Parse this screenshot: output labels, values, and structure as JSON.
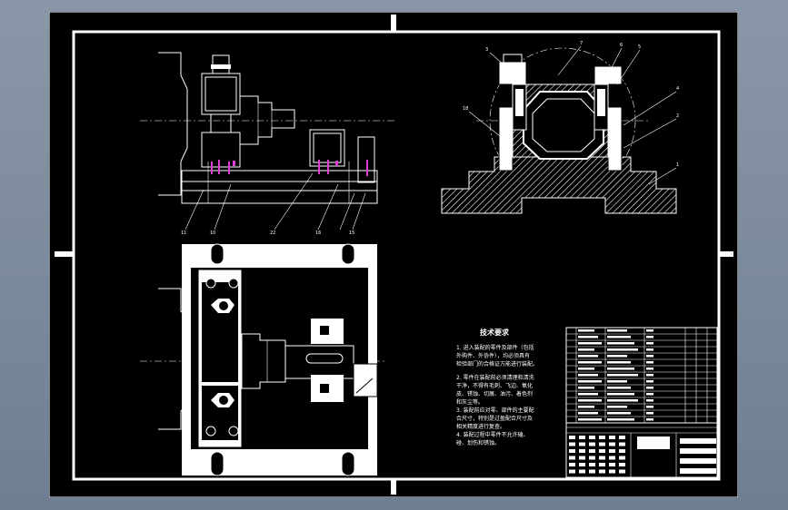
{
  "drawing": {
    "tech_requirements": {
      "title": "技术要求",
      "lines": [
        "1. 进入装配的零件及部件（包括",
        "外购件、外协件），均必须具有",
        "检验部门的合格证方能进行装配。",
        "2. 零件在装配前必须清理和清洗",
        "干净，不得有毛刺、飞边、氧化",
        "皮、锈蚀、切屑、油污、着色剂",
        "和灰尘等。",
        "3. 装配前应对零、部件的主要配",
        "合尺寸，特别是过盈配合尺寸及",
        "相关精度进行复查。",
        "4. 装配过程中零件不允许磕、",
        "碰、划伤和锈蚀。"
      ]
    },
    "front_view_callouts": [
      "11",
      "10",
      "22",
      "16",
      "15"
    ],
    "side_view_callouts": [
      "3",
      "7",
      "6",
      "5",
      "18",
      "4",
      "2",
      "1"
    ],
    "colors": {
      "background": "#000000",
      "line": "#ffffff",
      "accent": "#e23bd8",
      "frame": "#7f8ea1"
    }
  }
}
